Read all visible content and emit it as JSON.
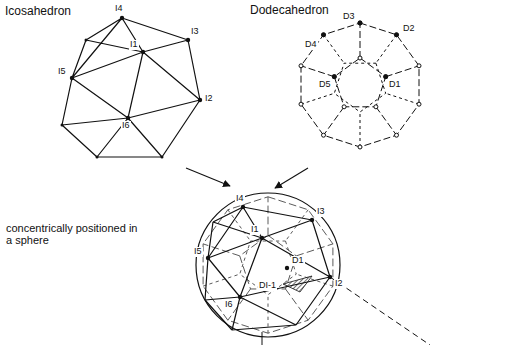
{
  "diagram": {
    "labels": [
      "Icosahedron",
      "I4",
      "I3",
      "I1",
      "I5",
      "I2",
      "I6",
      "Dodecahedron",
      "D3",
      "D4",
      "D2",
      "D5",
      "D1",
      "concentrically positioned in a sphere",
      "I4",
      "I3",
      "I1",
      "I5",
      "D1",
      "DI-1",
      "I2",
      "I6"
    ]
  }
}
